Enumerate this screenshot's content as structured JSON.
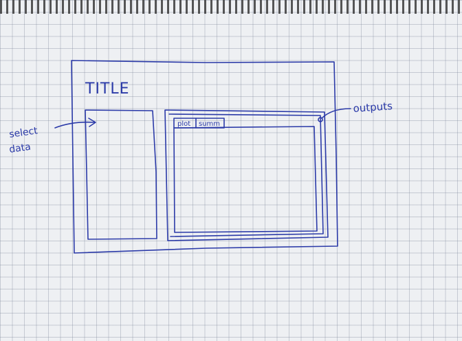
{
  "sketch": {
    "title": "TITLE",
    "outputs_label": "outputs",
    "select_label_line1": "select",
    "select_label_line2": "data",
    "tabs": [
      "plot",
      "summ"
    ]
  },
  "colors": {
    "ink": "#2b3aa8",
    "paper": "#eef0f3",
    "grid": "#8f98a8"
  }
}
